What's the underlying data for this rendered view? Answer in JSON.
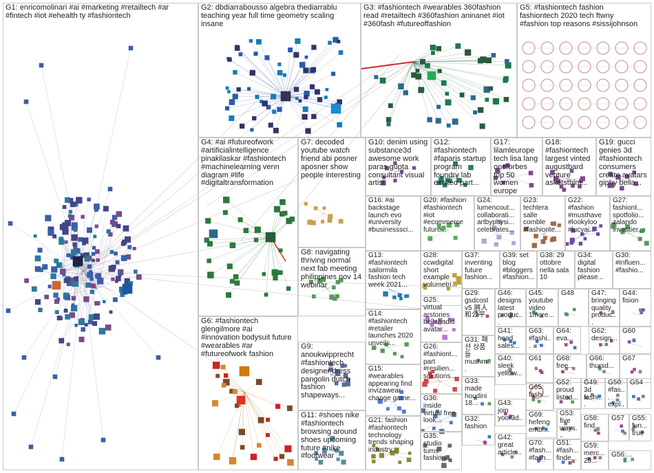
{
  "groups": [
    {
      "id": "G1",
      "label": "G1: enricomolinari #ai #marketing #retailtech #ar\n#fintech #iot #ehealth ty #fashiontech"
    },
    {
      "id": "G2",
      "label": "G2: dbdiarrabousso algebra thediarrablu\nteaching year full time geometry scaling\ninsane"
    },
    {
      "id": "G3",
      "label": "G3: #fashiontech #wearables 360fashion\nread #retailtech #360fashion aninanet #iot\n#360fash #futureoffashion"
    },
    {
      "id": "G5",
      "label": "G5: #fashiontech fashion\nfashiontech 2020 tech ftwny\n#fashion top reasons #sissijohnson"
    },
    {
      "id": "G4",
      "label": "G4: #ai #futureofwork\n#artificialintelligence\npinakilaskar #fashiontech\n#machinelearning venn\ndiagram #life\n#digitaltransformation"
    },
    {
      "id": "G7",
      "label": "G7: decoded\nyoutube watch\nfriend abi posner\naposner show\npeople interesting"
    },
    {
      "id": "G10",
      "label": "G10: denim using\nsubstance3d\nawesome work\nparas gupta\nconsultant visual\nartist"
    },
    {
      "id": "G12",
      "label": "G12:\n#fashiontech\n#faparis startup\nprogram\nfoundry lab\nexcited part..."
    },
    {
      "id": "G17",
      "label": "G17:\nlilamleurope\ntech lisa lang\noneforbes\ntop 50 women\neurope"
    },
    {
      "id": "G18",
      "label": "G18:\n#fashiontech\nlargest vinted\naugustbard\nventure\nasketsthlm..."
    },
    {
      "id": "G19",
      "label": "G19: gucci\ngenies 3d\n#fashiontech\nconsumers\ncreate avatars\ngiphy bella..."
    },
    {
      "id": "G16",
      "label": "G16: #ai\nbackstage\nlaunch evo\n#university\n#businesssci..."
    },
    {
      "id": "G20",
      "label": "G20: #fashion\n#fashiontech\n#iot\n#ecommerce\nfuture..."
    },
    {
      "id": "G24",
      "label": "G24:\nlumencout...\ncollaborati...\nartbyphysi...\ncelebrates..."
    },
    {
      "id": "G23",
      "label": "G23:\ntechtera\nsalle\ncomble\n#fashionte..."
    },
    {
      "id": "G22",
      "label": "G22:\n#fashion\n#musthave\n#lookyloo\n#lucyai..."
    },
    {
      "id": "G27",
      "label": "G27:\nfashiont...\nspotfolio...\nzalando\ninvestier..."
    },
    {
      "id": "G8",
      "label": "G8: navigating\nthriving normal\nnext fab meeting\nphilippines nov 14\nwebinar"
    },
    {
      "id": "G13",
      "label": "G13:\n#fashiontech\nsailormila\nfashion tech\nweek 2021..."
    },
    {
      "id": "G28",
      "label": "G28:\nccwdigital\nshort\nexample\nvolumetri..."
    },
    {
      "id": "G37",
      "label": "G37:\ninventing\nfuture\nfashion..."
    },
    {
      "id": "G39",
      "label": "G39: set\nblog\n#bloggers\n#fashion..."
    },
    {
      "id": "G38",
      "label": "G38: 29\nottobre\nnella sala\n10"
    },
    {
      "id": "G34",
      "label": "G34:\ndigital\nfashion\nplease..."
    },
    {
      "id": "G30",
      "label": "G30:\n#influen...\n#fashio..."
    },
    {
      "id": "G25",
      "label": "G25:\nvirtual\narstories\nbellahadid\navatar..."
    },
    {
      "id": "G29",
      "label": "G29:\ngsdcost\nv5 將人\n和公平"
    },
    {
      "id": "G46",
      "label": "G46:\ndesigns\nlatest\nproduc..."
    },
    {
      "id": "G45",
      "label": "G45:\nyoutube\nvideo\n1more..."
    },
    {
      "id": "G48",
      "label": "G48"
    },
    {
      "id": "G47",
      "label": "G47:\nbringing\nquality\nproduc..."
    },
    {
      "id": "G44",
      "label": "G44:\nfision"
    },
    {
      "id": "G6",
      "label": "G6: #fashiontech\nglengilmore #ai\n#innovation bodysuit future\n#wearables #ar\n#futureofwork fashion"
    },
    {
      "id": "G14",
      "label": "G14:\n#fashiontech\n#retailer\nlaunches 2020\nunveils..."
    },
    {
      "id": "G31",
      "label": "G31: 패\n션 상품\n들\nmushm..."
    },
    {
      "id": "G41",
      "label": "G41:\nhead\nsales..."
    },
    {
      "id": "G63",
      "label": "G63:\n#fashi..."
    },
    {
      "id": "G64",
      "label": "G64:\neva..."
    },
    {
      "id": "G62",
      "label": "G62:\ndesign..."
    },
    {
      "id": "G60",
      "label": "G60"
    },
    {
      "id": "G9",
      "label": "G9:\nanoukwipprecht\n#fashiontech\ndesigner dress\npangolin dutch\nfashion\nshapeways..."
    },
    {
      "id": "G26",
      "label": "G26:\n#fashiont...\npart\n#resilien...\nsolutions..."
    },
    {
      "id": "G40",
      "label": "G40:\nsleek\nyellow..."
    },
    {
      "id": "G61",
      "label": "G61"
    },
    {
      "id": "G68",
      "label": "G68:\nfree..."
    },
    {
      "id": "G66",
      "label": "G66:\nthursd..."
    },
    {
      "id": "G67",
      "label": "G67"
    },
    {
      "id": "G15",
      "label": "G15:\n#wearables\nappearing find\ninvizawear\nchange game..."
    },
    {
      "id": "G33",
      "label": "G33:\nmade\nhoudini\n18..."
    },
    {
      "id": "G65",
      "label": "G65:\nfashi..."
    },
    {
      "id": "G52",
      "label": "G52:\nproud\nlisted..."
    },
    {
      "id": "G49",
      "label": "G49: 3d\nfashi..."
    },
    {
      "id": "G50",
      "label": "G50:\n#fas...\nexpl..."
    },
    {
      "id": "G54",
      "label": "G54"
    },
    {
      "id": "G36",
      "label": "G36:\ninside\nvirtual free\nlook..."
    },
    {
      "id": "G43",
      "label": "G43:\njoin\nyoor3d..."
    },
    {
      "id": "G11",
      "label": "G11: #shoes nike\n#fashiontech\nbrowsing around\nshoes upcoming\nfuture #nike\n#footwear"
    },
    {
      "id": "G21",
      "label": "G21: fashion\n#fashiontech\ntechnology\ntrends shaping\nindustry..."
    },
    {
      "id": "G32",
      "label": "G32:\nfashion"
    },
    {
      "id": "G69",
      "label": "G69:\nhefeng\nembr..."
    },
    {
      "id": "G53",
      "label": "G53:\nfive\nways..."
    },
    {
      "id": "G58",
      "label": "G58:\nfind..."
    },
    {
      "id": "G57",
      "label": "G57"
    },
    {
      "id": "G55",
      "label": "G55:\nfun...\ntrue"
    },
    {
      "id": "G35",
      "label": "G35:\nstudio\nturns\nfashion..."
    },
    {
      "id": "G42",
      "label": "G42:\ngreat\narticle..."
    },
    {
      "id": "G70",
      "label": "G70:\n#fash...\n#fash..."
    },
    {
      "id": "G51",
      "label": "G51:\n#fash...\nfinde..."
    },
    {
      "id": "G59",
      "label": "G59:\nmerc...\n28..."
    },
    {
      "id": "G56",
      "label": "G56:..."
    }
  ]
}
